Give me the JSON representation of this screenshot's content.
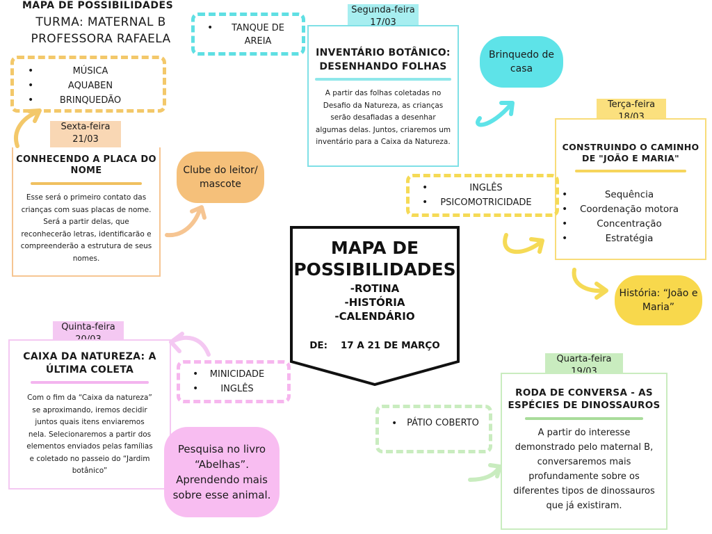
{
  "header": {
    "title": "MAPA DE POSSIBILIDADES",
    "turma": "TURMA: MATERNAL B",
    "professora": "PROFESSORA RAFAELA"
  },
  "lists": {
    "top_left": [
      "MÚSICA",
      "AQUABEN",
      "BRINQUEDÃO"
    ],
    "top_center": [
      "TANQUE DE AREIA"
    ],
    "right_mid": [
      "INGLÊS",
      "PSICOMOTRICIDADE"
    ],
    "left_bottom": [
      "MINICIDADE",
      "INGLÊS"
    ],
    "bottom_center": [
      "PÁTIO COBERTO"
    ]
  },
  "cards": {
    "sexta": {
      "day": "Sexta-feira",
      "date": "21/03",
      "title": "CONHECENDO A PLACA DO NOME",
      "text": "Esse será o primeiro contato das crianças com suas placas de nome. Será a partir delas, que reconhecerão letras, identificarão e compreenderão a estrutura de seus nomes."
    },
    "segunda": {
      "day": "Segunda-feira",
      "date": "17/03",
      "title": "INVENTÁRIO BOTÂNICO: DESENHANDO FOLHAS",
      "text": "A partir das folhas coletadas no Desafio da Natureza, as crianças serão desafiadas a desenhar algumas delas. Juntos, criaremos um inventário para a Caixa da Natureza."
    },
    "terca": {
      "day": "Terça-feira",
      "date": "18/03",
      "title": "CONSTRUINDO O CAMINHO DE \"JOÃO E MARIA\"",
      "items": [
        "Sequência",
        "Coordenação motora",
        "Concentração",
        "Estratégia"
      ]
    },
    "quinta": {
      "day": "Quinta-feira",
      "date": "20/03",
      "title": "CAIXA DA NATUREZA: A ÚLTIMA COLETA",
      "text": "Com o fim da “Caixa da natureza” se aproximando, iremos decidir juntos quais itens enviaremos nela. Selecionaremos a partir dos elementos enviados pelas famílias e coletado no passeio do “Jardim botânico”"
    },
    "quarta": {
      "day": "Quarta-feira",
      "date": "19/03",
      "title": "RODA DE CONVERSA - AS ESPÉCIES DE DINOSSAUROS",
      "text": "A partir do interesse demonstrado pelo maternal B, conversaremos mais profundamente sobre os diferentes tipos de dinossauros que já existiram."
    }
  },
  "bubbles": {
    "brinquedo": "Brinquedo de casa",
    "clube": "Clube do leitor/ mascote",
    "historia": "História: “João e Maria”",
    "pesquisa": "Pesquisa no livro “Abelhas”. Aprendendo mais sobre esse animal."
  },
  "banner": {
    "title1": "MAPA DE",
    "title2": "POSSIBILIDADES",
    "line1": "-ROTINA",
    "line2": "-HISTÓRIA",
    "line3": "-CALENDÁRIO",
    "dates": "DE:    17 A 21 DE MARÇO"
  },
  "colors": {
    "yellow": "#f7d75a",
    "orange": "#f5c07a",
    "cyan": "#5ee3e8",
    "pink": "#f6b6ee",
    "green": "#c9ecbf",
    "peach": "#f9d7b4",
    "lilac": "#f4c8f2",
    "dark": "#1a1a1a"
  }
}
